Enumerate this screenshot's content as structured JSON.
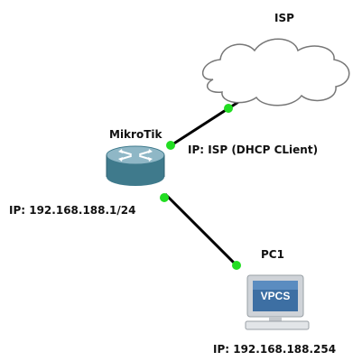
{
  "nodes": {
    "isp": {
      "label": "ISP"
    },
    "router": {
      "label": "MikroTik"
    },
    "pc": {
      "label": "PC1",
      "screen_text": "VPCS"
    }
  },
  "labels": {
    "router_wan_ip": "IP: ISP (DHCP CLient)",
    "router_lan_ip": "IP: 192.168.188.1/24",
    "pc_ip": "IP: 192.168.188.254"
  },
  "colors": {
    "link": "#000000",
    "link_dot": "#22dd22",
    "cloud_stroke": "#777777",
    "router_body": "#3f7a8c",
    "router_top": "#8fb7c6",
    "monitor_screen": "#3d6fa3",
    "monitor_frame": "#cfd3d8"
  }
}
